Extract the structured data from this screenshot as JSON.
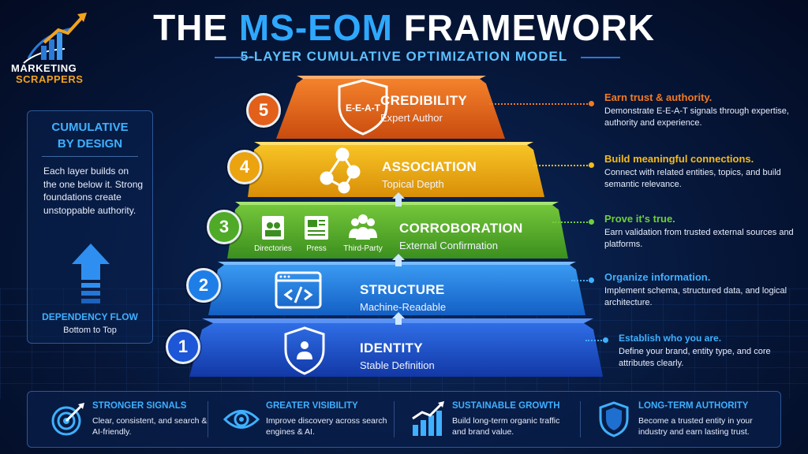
{
  "brand": {
    "line1": "MARKETING",
    "line2": "SCRAPPERS"
  },
  "title": {
    "prefix": "THE ",
    "highlight": "MS-EOM",
    "suffix": " FRAMEWORK"
  },
  "subtitle": "5-LAYER CUMULATIVE  OPTIMIZATION MODEL",
  "left_panel": {
    "title_line1": "CUMULATIVE",
    "title_line2": "BY DESIGN",
    "body": "Each layer builds on the one below it. Strong foundations create unstoppable authority.",
    "flow_title": "DEPENDENCY FLOW",
    "flow_sub": "Bottom to Top"
  },
  "layers": [
    {
      "number": "5",
      "title": "CREDIBILITY",
      "subtitle": "Expert Author",
      "icon": "eeat-shield-icon",
      "icon_text": "E-E-A-T",
      "color": "#e8651a",
      "desc_title": "Earn trust & authority.",
      "desc_text": "Demonstrate E-E-A-T signals through expertise, authority and experience."
    },
    {
      "number": "4",
      "title": "ASSOCIATION",
      "subtitle": "Topical Depth",
      "icon": "network-nodes-icon",
      "color": "#f0ae12",
      "desc_title": "Build meaningful connections.",
      "desc_text": "Connect with related entities, topics, and build semantic relevance."
    },
    {
      "number": "3",
      "title": "CORROBORATION",
      "subtitle": "External Confirmation",
      "icon": "sources-icon",
      "color": "#5cb52e",
      "sources": [
        "Directories",
        "Press",
        "Third-Party"
      ],
      "desc_title": "Prove it's true.",
      "desc_text": "Earn validation from trusted external sources and platforms."
    },
    {
      "number": "2",
      "title": "STRUCTURE",
      "subtitle": "Machine-Readable",
      "icon": "code-window-icon",
      "color": "#1e7ee8",
      "desc_title": "Organize information.",
      "desc_text": "Implement schema, structured data, and logical architecture."
    },
    {
      "number": "1",
      "title": "IDENTITY",
      "subtitle": "Stable Definition",
      "icon": "user-shield-icon",
      "color": "#1d56d6",
      "desc_title": "Establish who you are.",
      "desc_text": "Define your brand, entity type, and core attributes clearly."
    }
  ],
  "benefits": [
    {
      "title": "STRONGER SIGNALS",
      "text": "Clear, consistent, and search & AI-friendly.",
      "icon": "target-icon"
    },
    {
      "title": "GREATER VISIBILITY",
      "text": "Improve discovery across search engines & AI.",
      "icon": "eye-icon"
    },
    {
      "title": "SUSTAINABLE GROWTH",
      "text": "Build long-term organic traffic and brand value.",
      "icon": "growth-chart-icon"
    },
    {
      "title": "LONG-TERM AUTHORITY",
      "text": "Become a trusted entity in your industry and earn lasting trust.",
      "icon": "shield-icon"
    }
  ],
  "colors": {
    "accent_blue": "#3fb0ff",
    "desc_titles": [
      "#f37a22",
      "#f5bb1a",
      "#6fcf3a",
      "#3fb0ff",
      "#3fb0ff"
    ]
  }
}
